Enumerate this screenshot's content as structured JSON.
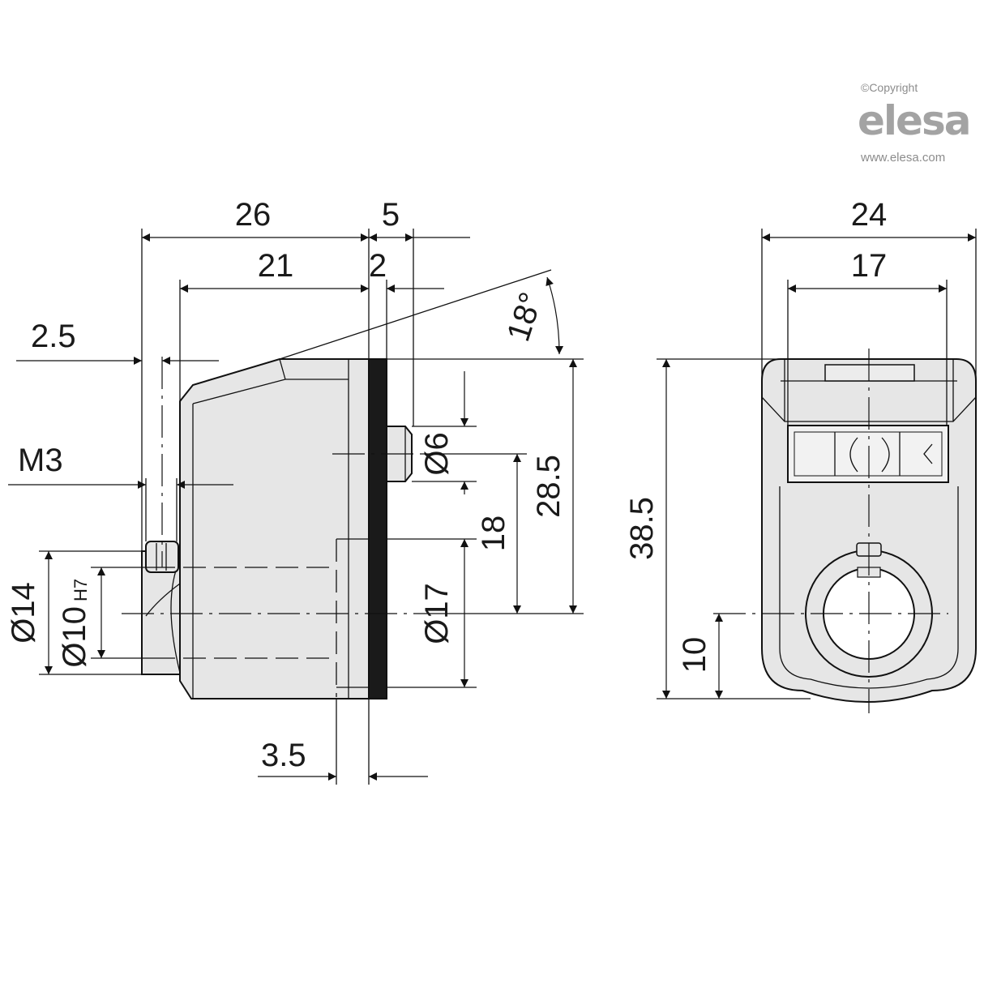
{
  "brand": {
    "copyright": "©Copyright",
    "logo": "elesa",
    "url": "www.elesa.com"
  },
  "dimensions": {
    "side_view": {
      "overall_length": "26",
      "front_offset": "5",
      "body_length": "21",
      "window_depth": "2",
      "angle": "18°",
      "edge_offset": "2.5",
      "thread": "M3",
      "pin_diameter": "Ø6",
      "pin_height": "28.5",
      "axis_to_pin": "18",
      "hub_diameter": "Ø14",
      "bore_diameter": "Ø10",
      "bore_tolerance": "H7",
      "collar_diameter": "Ø17",
      "collar_depth": "3.5"
    },
    "front_view": {
      "width": "24",
      "window_width": "17",
      "height": "38.5",
      "axis_height": "10"
    }
  },
  "colors": {
    "line": "#111111",
    "body_fill": "#e6e6e6",
    "brand_gray": "#a3a3a3"
  }
}
